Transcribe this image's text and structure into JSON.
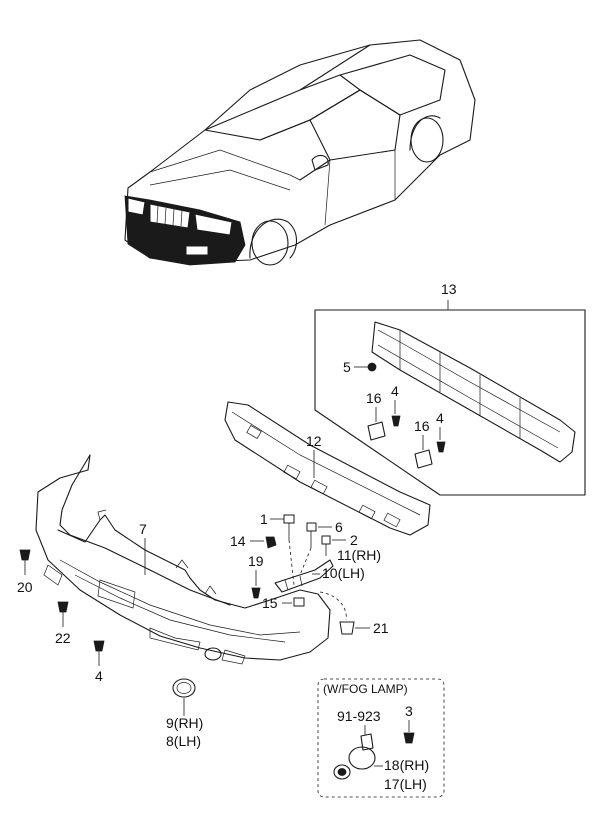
{
  "callouts": {
    "c13": "13",
    "c5": "5",
    "c4a": "4",
    "c16a": "16",
    "c16b": "16",
    "c4b": "4",
    "c12": "12",
    "c1": "1",
    "c6": "6",
    "c14": "14",
    "c2": "2",
    "c7": "7",
    "c11": "11(RH)",
    "c10": "10(LH)",
    "c19": "19",
    "c15": "15",
    "c20": "20",
    "c21": "21",
    "c22": "22",
    "c4c": "4",
    "c9": "9(RH)",
    "c8": "8(LH)"
  },
  "fog_lamp_box": {
    "title": "(W/FOG LAMP)",
    "c91923": "91-923",
    "c3": "3",
    "c18": "18(RH)",
    "c17": "17(LH)"
  }
}
